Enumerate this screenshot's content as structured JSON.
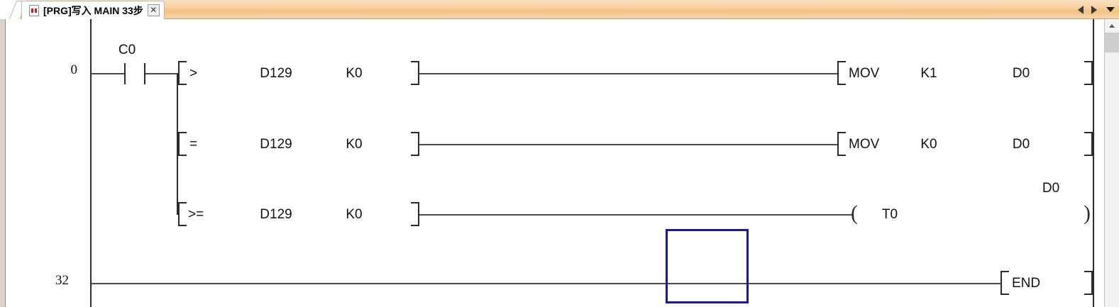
{
  "window": {
    "tab": {
      "icon": "program-file-icon",
      "label": "[PRG]写入 MAIN 33步",
      "close_label": "✕"
    },
    "tab_nav": {
      "prev_label": "",
      "next_label": "",
      "menu_label": ""
    }
  },
  "ladder": {
    "rungs": [
      {
        "step": "0",
        "contact": {
          "name": "C0",
          "type": "normally-open"
        },
        "branches": [
          {
            "compare": {
              "op": ">",
              "operand1": "D129",
              "operand2": "K0"
            },
            "output": {
              "kind": "instruction",
              "mnemonic": "MOV",
              "operand1": "K1",
              "operand2": "D0"
            }
          },
          {
            "compare": {
              "op": "=",
              "operand1": "D129",
              "operand2": "K0"
            },
            "output": {
              "kind": "instruction",
              "mnemonic": "MOV",
              "operand1": "K0",
              "operand2": "D0"
            }
          },
          {
            "compare": {
              "op": ">=",
              "operand1": "D129",
              "operand2": "K0"
            },
            "output": {
              "kind": "coil",
              "device": "T0",
              "preset": "D0"
            }
          }
        ]
      },
      {
        "step": "32",
        "output": {
          "kind": "instruction",
          "mnemonic": "END"
        }
      }
    ],
    "cursor": {
      "visible": true,
      "color": "#1a1a8c"
    }
  },
  "scrollbar": {
    "up_arrow": "scroll-up-icon"
  }
}
